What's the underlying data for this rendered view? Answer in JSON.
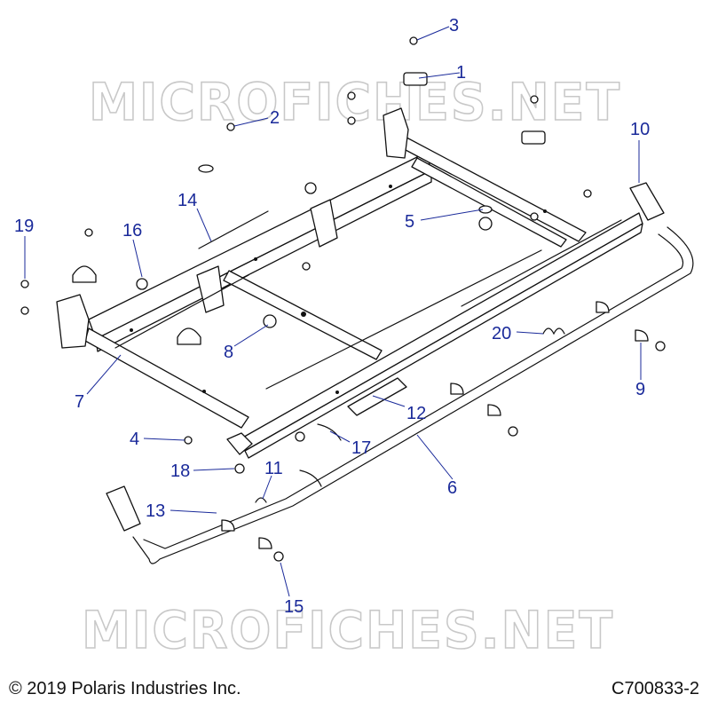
{
  "watermark": "MICROFICHES.NET",
  "callouts": [
    {
      "id": "1",
      "label": "1"
    },
    {
      "id": "2",
      "label": "2"
    },
    {
      "id": "3",
      "label": "3"
    },
    {
      "id": "4",
      "label": "4"
    },
    {
      "id": "5",
      "label": "5"
    },
    {
      "id": "6",
      "label": "6"
    },
    {
      "id": "7",
      "label": "7"
    },
    {
      "id": "8",
      "label": "8"
    },
    {
      "id": "9",
      "label": "9"
    },
    {
      "id": "10",
      "label": "10"
    },
    {
      "id": "11",
      "label": "11"
    },
    {
      "id": "12",
      "label": "12"
    },
    {
      "id": "13",
      "label": "13"
    },
    {
      "id": "14",
      "label": "14"
    },
    {
      "id": "15",
      "label": "15"
    },
    {
      "id": "16",
      "label": "16"
    },
    {
      "id": "17",
      "label": "17"
    },
    {
      "id": "18",
      "label": "18"
    },
    {
      "id": "19",
      "label": "19"
    },
    {
      "id": "20",
      "label": "20"
    }
  ],
  "footer": {
    "copyright": "© 2019 Polaris Industries Inc.",
    "figure_code": "C700833-2"
  },
  "colors": {
    "callout": "#1a2a9a",
    "line_art": "#111111",
    "watermark": "#c8c8c8"
  }
}
